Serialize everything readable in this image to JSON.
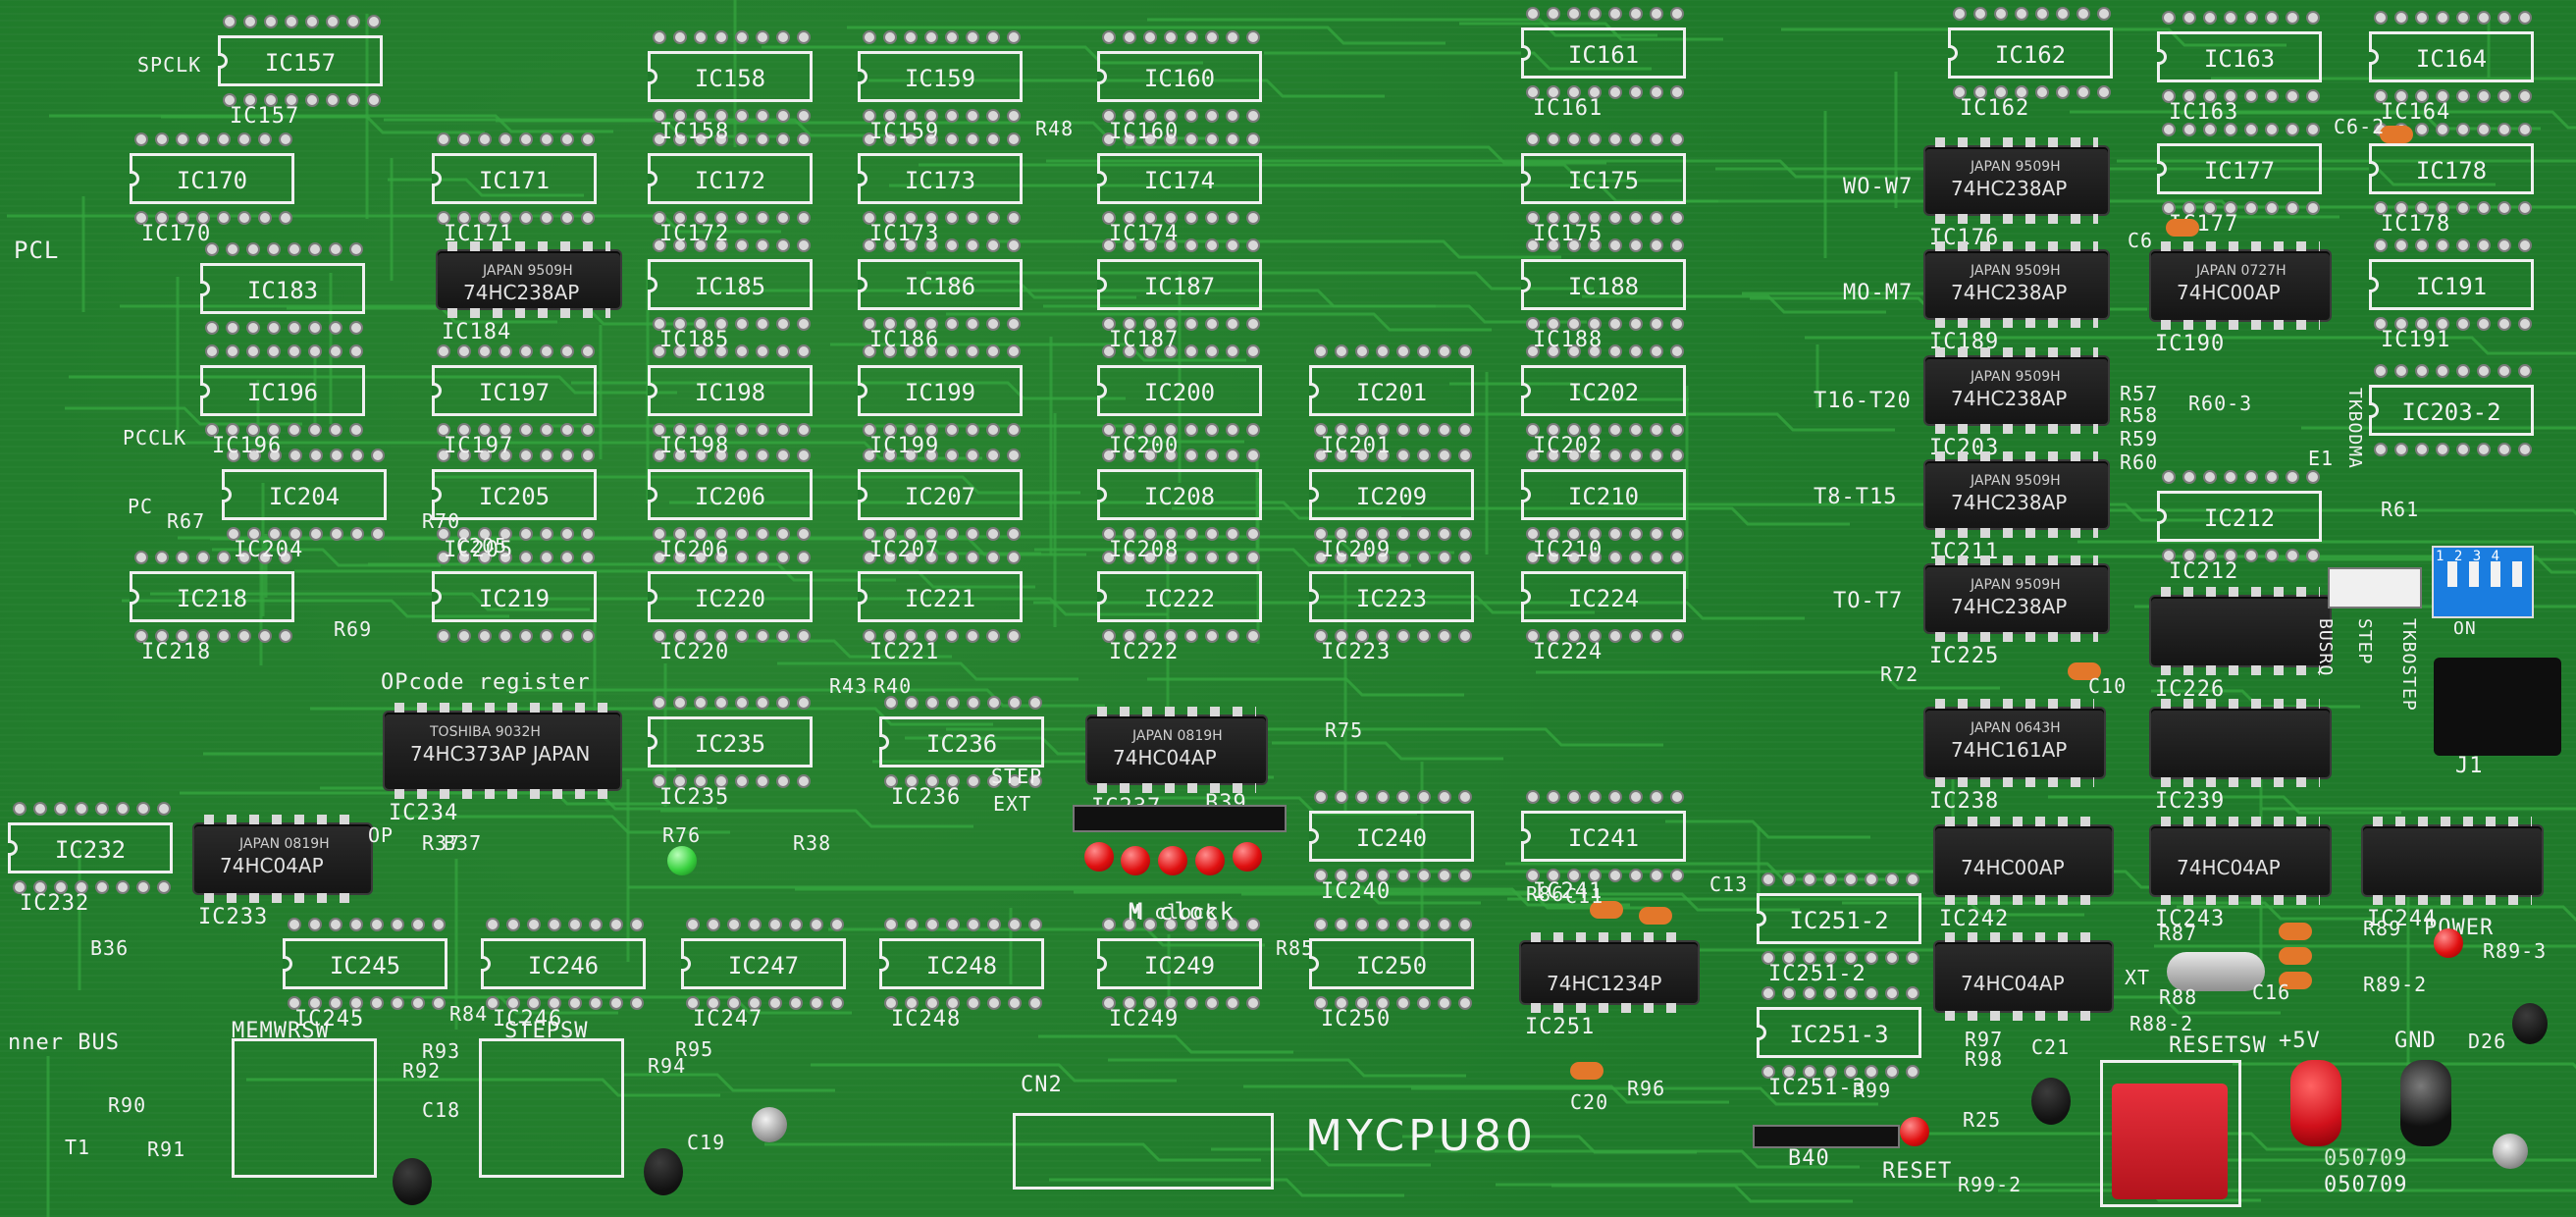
{
  "board": {
    "name": "MYCPU80",
    "connectors": {
      "cn2": "CN2",
      "b40": "B40",
      "b39": "B39",
      "j1": "J1"
    },
    "bus_labels": [
      "PCL",
      "OPcode register",
      "nner BUS",
      "M clock"
    ],
    "switches": {
      "memwrsw": "MEMWRSW",
      "stepsw": "STEPSW",
      "resetsw": "RESETSW",
      "reset": "RESET"
    },
    "power": {
      "plus5v": "+5V",
      "gnd": "GND",
      "power_label": "POWER"
    },
    "dates": [
      "050709",
      "050709"
    ],
    "row_labels": [
      "WO-W7",
      "MO-M7",
      "T16-T20",
      "T8-T15",
      "TO-T7"
    ],
    "dip_labels": {
      "nums": "1 2 3 4",
      "on": "ON",
      "busrq": "BUSRQ",
      "step": "STEP",
      "tkbodma": "TKBODMA",
      "tkbostep": "TKBOSTEP"
    }
  },
  "ic_labels": [
    {
      "id": "IC157",
      "sub": "IC157"
    },
    {
      "id": "IC158",
      "sub": "IC158"
    },
    {
      "id": "IC159",
      "sub": "IC159"
    },
    {
      "id": "IC160",
      "sub": "IC160"
    },
    {
      "id": "IC161",
      "sub": "IC161"
    },
    {
      "id": "IC162",
      "sub": "IC162"
    },
    {
      "id": "IC163",
      "sub": "IC163"
    },
    {
      "id": "IC164",
      "sub": "IC164"
    },
    {
      "id": "IC170",
      "sub": "IC170"
    },
    {
      "id": "IC171",
      "sub": "IC171"
    },
    {
      "id": "IC172",
      "sub": "IC172"
    },
    {
      "id": "IC173",
      "sub": "IC173"
    },
    {
      "id": "IC174",
      "sub": "IC174"
    },
    {
      "id": "IC175",
      "sub": "IC175"
    },
    {
      "id": "IC177",
      "sub": "IC177"
    },
    {
      "id": "IC178",
      "sub": "IC178"
    },
    {
      "id": "IC183",
      "sub": ""
    },
    {
      "id": "IC185",
      "sub": "IC185"
    },
    {
      "id": "IC186",
      "sub": "IC186"
    },
    {
      "id": "IC187",
      "sub": "IC187"
    },
    {
      "id": "IC188",
      "sub": "IC188"
    },
    {
      "id": "IC191",
      "sub": "IC191"
    },
    {
      "id": "IC196",
      "sub": "IC196"
    },
    {
      "id": "IC197",
      "sub": "IC197"
    },
    {
      "id": "IC198",
      "sub": "IC198"
    },
    {
      "id": "IC199",
      "sub": "IC199"
    },
    {
      "id": "IC200",
      "sub": "IC200"
    },
    {
      "id": "IC201",
      "sub": "IC201"
    },
    {
      "id": "IC202",
      "sub": "IC202"
    },
    {
      "id": "IC203-2",
      "sub": ""
    },
    {
      "id": "IC204",
      "sub": "IC204"
    },
    {
      "id": "IC205",
      "sub": "IC205"
    },
    {
      "id": "IC206",
      "sub": "IC206"
    },
    {
      "id": "IC207",
      "sub": "IC207"
    },
    {
      "id": "IC208",
      "sub": "IC208"
    },
    {
      "id": "IC209",
      "sub": "IC209"
    },
    {
      "id": "IC210",
      "sub": "IC210"
    },
    {
      "id": "IC212",
      "sub": "IC212"
    },
    {
      "id": "IC218",
      "sub": "IC218"
    },
    {
      "id": "IC219",
      "sub": ""
    },
    {
      "id": "IC220",
      "sub": "IC220"
    },
    {
      "id": "IC221",
      "sub": "IC221"
    },
    {
      "id": "IC222",
      "sub": "IC222"
    },
    {
      "id": "IC223",
      "sub": "IC223"
    },
    {
      "id": "IC224",
      "sub": "IC224"
    },
    {
      "id": "IC232",
      "sub": "IC232"
    },
    {
      "id": "IC235",
      "sub": "IC235"
    },
    {
      "id": "IC236",
      "sub": "IC236"
    },
    {
      "id": "IC240",
      "sub": "IC240"
    },
    {
      "id": "IC241",
      "sub": "IC241"
    },
    {
      "id": "IC245",
      "sub": "IC245"
    },
    {
      "id": "IC246",
      "sub": "IC246"
    },
    {
      "id": "IC247",
      "sub": "IC247"
    },
    {
      "id": "IC248",
      "sub": "IC248"
    },
    {
      "id": "IC249",
      "sub": "IC249"
    },
    {
      "id": "IC250",
      "sub": "IC250"
    },
    {
      "id": "IC251-2",
      "sub": "IC251-2"
    },
    {
      "id": "IC251-3",
      "sub": "IC251-3"
    }
  ],
  "chips": [
    {
      "ref": "IC184",
      "brand": "JAPAN 9509H",
      "part": "74HC238AP"
    },
    {
      "ref": "IC176",
      "brand": "JAPAN 9509H",
      "part": "74HC238AP"
    },
    {
      "ref": "IC189",
      "brand": "JAPAN 9509H",
      "part": "74HC238AP"
    },
    {
      "ref": "IC203",
      "brand": "JAPAN 9509H",
      "part": "74HC238AP"
    },
    {
      "ref": "IC211",
      "brand": "JAPAN 9509H",
      "part": "74HC238AP"
    },
    {
      "ref": "IC225",
      "brand": "JAPAN 9509H",
      "part": "74HC238AP"
    },
    {
      "ref": "IC234",
      "brand": "TOSHIBA 9032H",
      "part": "74HC373AP JAPAN"
    },
    {
      "ref": "IC237",
      "brand": "JAPAN 0819H",
      "part": "74HC04AP"
    },
    {
      "ref": "IC233",
      "brand": "JAPAN 0819H",
      "part": "74HC04AP"
    },
    {
      "ref": "IC251",
      "brand": "",
      "part": "74HC1234P"
    },
    {
      "ref": "IC190",
      "brand": "JAPAN 0727H",
      "part": "74HC00AP"
    },
    {
      "ref": "IC226",
      "brand": "",
      "part": ""
    },
    {
      "ref": "IC238",
      "brand": "JAPAN 0643H",
      "part": "74HC161AP"
    },
    {
      "ref": "IC239",
      "brand": "",
      "part": ""
    },
    {
      "ref": "IC242",
      "brand": "",
      "part": "74HC00AP"
    },
    {
      "ref": "IC243",
      "brand": "",
      "part": "74HC04AP"
    },
    {
      "ref": "IC244",
      "brand": "",
      "part": ""
    },
    {
      "ref": "",
      "brand": "",
      "part": "74HC04AP"
    }
  ],
  "resistors": [
    "R48",
    "R75",
    "R76",
    "R37",
    "R38",
    "R40",
    "R43",
    "R85",
    "R86",
    "R87",
    "R88",
    "R88-2",
    "R89",
    "R89-2",
    "R89-3",
    "R90",
    "R91",
    "R92",
    "R93",
    "R94",
    "R95",
    "R96",
    "R97",
    "R98",
    "R99",
    "R99-2",
    "R57",
    "R58",
    "R59",
    "R60",
    "R60-3",
    "R61",
    "R67",
    "R69",
    "R70",
    "R72",
    "R84",
    "R25"
  ],
  "caps": [
    "C6-2",
    "C6",
    "C10",
    "C11",
    "C13",
    "C16",
    "C18",
    "C19",
    "C20",
    "C21",
    "C205"
  ],
  "misc": [
    "XT",
    "T1",
    "D26",
    "E1",
    "SPCLK",
    "PCCLK",
    "PC",
    "OP",
    "EXT",
    "STEP",
    "M clock",
    "B36",
    "B37"
  ],
  "colors": {
    "board": "#1f7a2a",
    "silk": "#f0f0f0",
    "chip": "#1a1a1a",
    "led": "#e01010",
    "dip": "#1a7de0"
  }
}
